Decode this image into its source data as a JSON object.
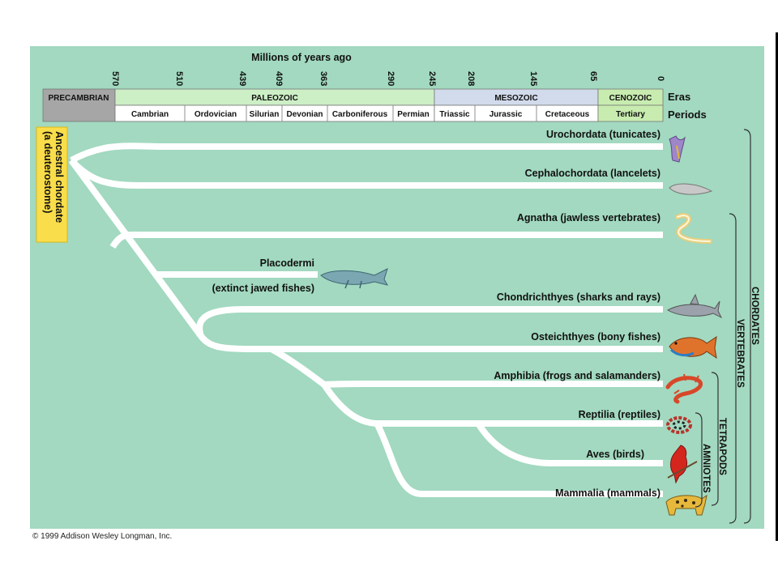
{
  "header": {
    "title": "Millions of years ago",
    "ticks": [
      "570",
      "510",
      "439",
      "409",
      "363",
      "290",
      "245",
      "208",
      "145",
      "65",
      "0"
    ],
    "eras_label": "Eras",
    "periods_label": "Periods"
  },
  "eras": [
    {
      "name": "Precambrian",
      "color": "#a6a6a6"
    },
    {
      "name": "Paleozoic",
      "color": "#cdefc6"
    },
    {
      "name": "Mesozoic",
      "color": "#d2dbec"
    },
    {
      "name": "Cenozoic",
      "color": "#c8ecb0"
    }
  ],
  "periods": [
    "Cambrian",
    "Ordovician",
    "Silurian",
    "Devonian",
    "Carboniferous",
    "Permian",
    "Triassic",
    "Jurassic",
    "Cretaceous",
    "Tertiary"
  ],
  "root_label": [
    "Ancestral chordate",
    "(a deuterostome)"
  ],
  "taxa": [
    "Urochordata (tunicates)",
    "Cephalochordata (lancelets)",
    "Agnatha (jawless vertebrates)",
    "Chondrichthyes (sharks and rays)",
    "Osteichthyes (bony fishes)",
    "Amphibia (frogs and salamanders)",
    "Reptilia (reptiles)",
    "Aves (birds)",
    "Mammalia (mammals)"
  ],
  "extinct": {
    "name": "Placodermi",
    "note": "(extinct jawed fishes)"
  },
  "brackets": [
    "CHORDATES",
    "VERTEBRATES",
    "TETRAPODS",
    "AMNIOTES"
  ],
  "copyright": "© 1999 Addison Wesley Longman, Inc.",
  "colors": {
    "background": "#a2d9c0",
    "branch": "#ffffff",
    "root_box": "#f9dd4a"
  }
}
